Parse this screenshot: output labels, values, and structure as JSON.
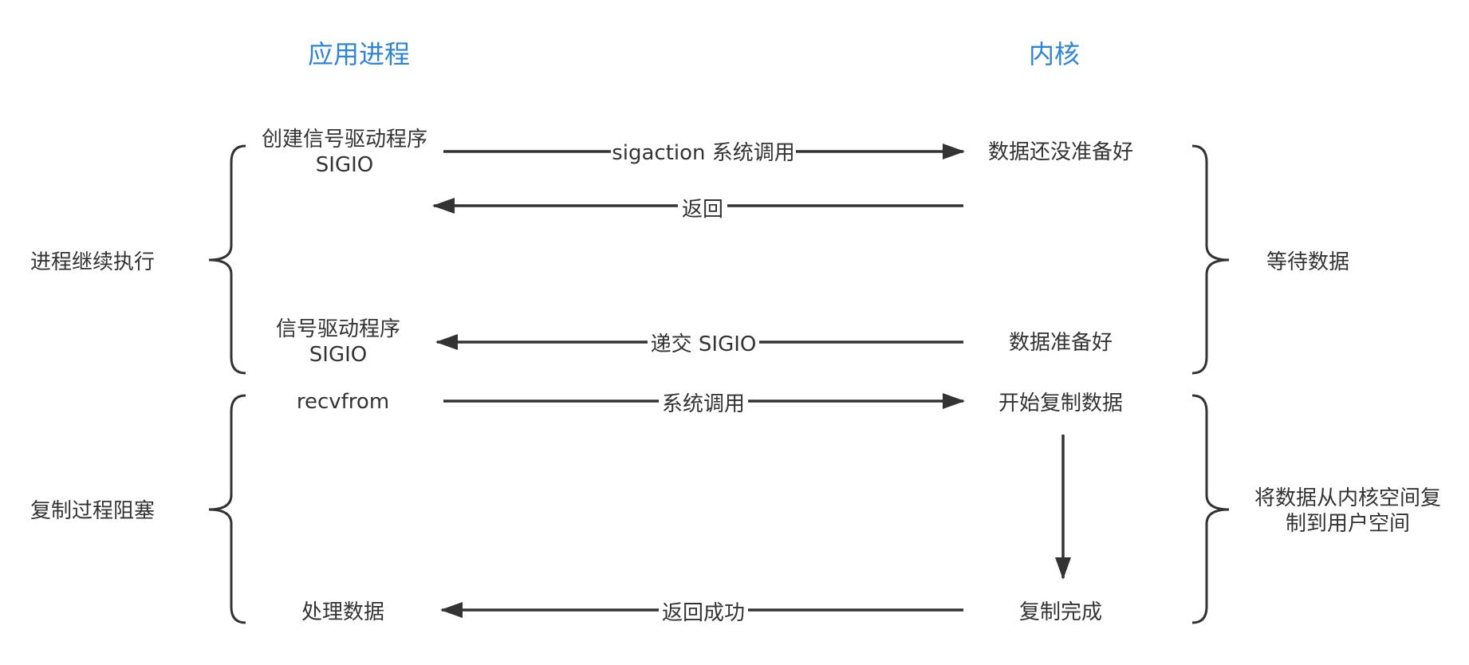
{
  "headers": {
    "app_process": "应用进程",
    "kernel": "内核"
  },
  "left_groups": {
    "continue": "进程继续执行",
    "blocked": "复制过程阻塞"
  },
  "right_groups": {
    "wait": "等待数据",
    "copy_line1": "将数据从内核空间复",
    "copy_line2": "制到用户空间"
  },
  "app_nodes": {
    "create_handler_line1": "创建信号驱动程序",
    "create_handler_line2": "SIGIO",
    "handler_line1": "信号驱动程序",
    "handler_line2": "SIGIO",
    "recvfrom": "recvfrom",
    "process_data": "处理数据"
  },
  "kernel_nodes": {
    "not_ready": "数据还没准备好",
    "ready": "数据准备好",
    "start_copy": "开始复制数据",
    "copy_done": "复制完成"
  },
  "messages": {
    "sigaction": "sigaction 系统调用",
    "return": "返回",
    "deliver": "递交 SIGIO",
    "syscall": "系统调用",
    "return_ok": "返回成功"
  }
}
